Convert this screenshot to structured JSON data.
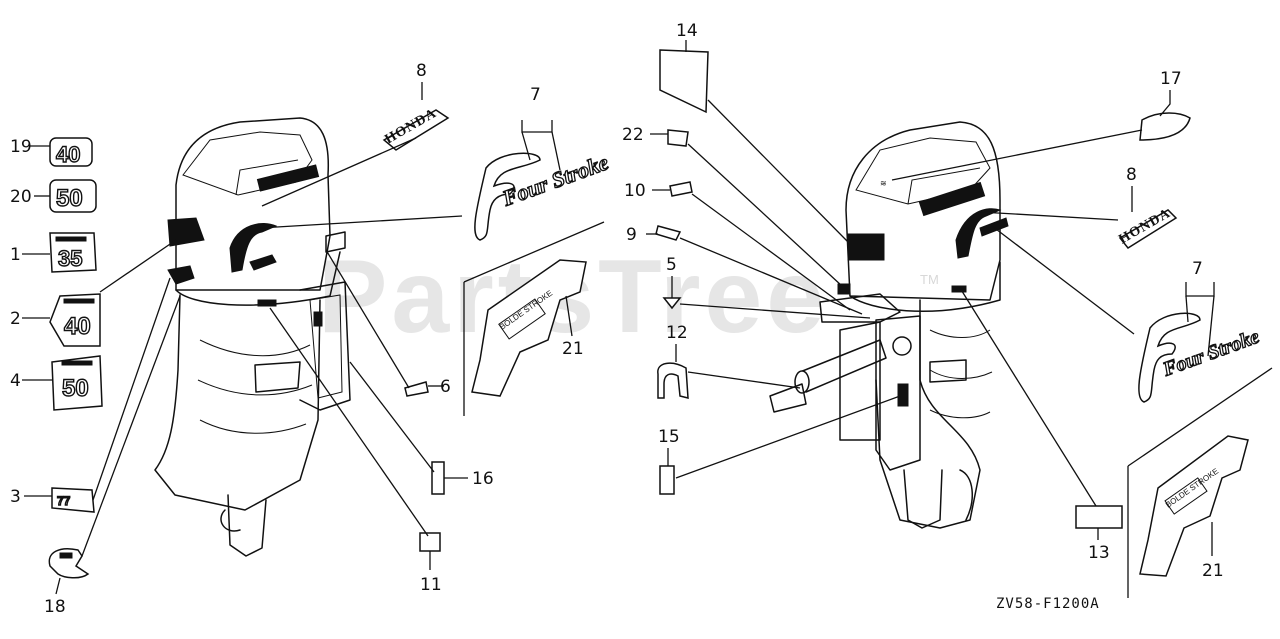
{
  "watermark": {
    "text": "PartsTree",
    "tm": "TM"
  },
  "diagram_code": "ZV58-F1200A",
  "brand_text": "HONDA",
  "script_text": "Four Stroke",
  "boxed_text": "BOLDE STROKE",
  "decal_numbers": {
    "d19": "40",
    "d20": "50",
    "d1": "35",
    "d2": "40",
    "d4": "50",
    "d3": "77"
  },
  "callouts": [
    {
      "id": "8",
      "text": "8"
    },
    {
      "id": "7a",
      "text": "7"
    },
    {
      "id": "19",
      "text": "19"
    },
    {
      "id": "20",
      "text": "20"
    },
    {
      "id": "1",
      "text": "1"
    },
    {
      "id": "2",
      "text": "2"
    },
    {
      "id": "4",
      "text": "4"
    },
    {
      "id": "3",
      "text": "3"
    },
    {
      "id": "18",
      "text": "18"
    },
    {
      "id": "21a",
      "text": "21"
    },
    {
      "id": "6",
      "text": "6"
    },
    {
      "id": "16",
      "text": "16"
    },
    {
      "id": "11",
      "text": "11"
    },
    {
      "id": "14",
      "text": "14"
    },
    {
      "id": "22",
      "text": "22"
    },
    {
      "id": "10",
      "text": "10"
    },
    {
      "id": "9",
      "text": "9"
    },
    {
      "id": "5",
      "text": "5"
    },
    {
      "id": "12",
      "text": "12"
    },
    {
      "id": "15",
      "text": "15"
    },
    {
      "id": "17",
      "text": "17"
    },
    {
      "id": "8b",
      "text": "8"
    },
    {
      "id": "7b",
      "text": "7"
    },
    {
      "id": "13",
      "text": "13"
    },
    {
      "id": "21b",
      "text": "21"
    }
  ]
}
